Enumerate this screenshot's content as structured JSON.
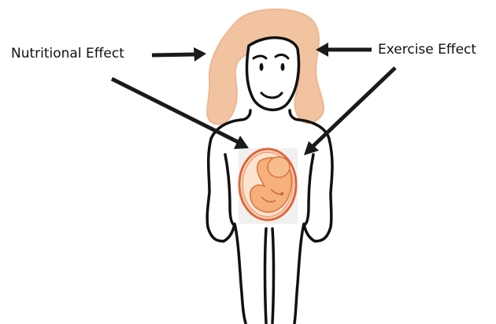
{
  "labels": {
    "nutritional": "Nutritional Effect",
    "exercise": "Exercise Effect"
  },
  "colors": {
    "hair": "#F2C3A0",
    "outline": "#111111",
    "fetus_skin": "#F5B07C",
    "fetus_outline": "#D8753A",
    "womb_ring": "#E0663A",
    "womb_bg": "#F0F0F0",
    "arrow": "#1a1a1a"
  },
  "icons": {
    "person": "pregnant-woman-figure",
    "fetus": "fetus-icon",
    "arrow": "arrow-icon"
  }
}
